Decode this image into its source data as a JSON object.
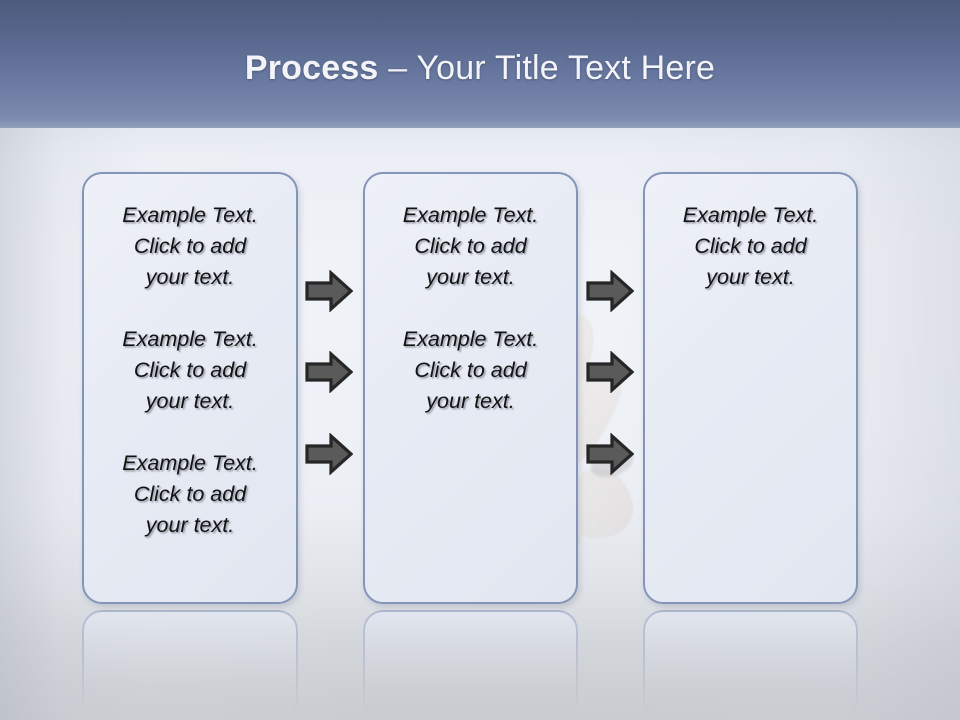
{
  "slide": {
    "title": {
      "strong": "Process",
      "rest": " – Your Title Text Here"
    },
    "background": {
      "band_top_color": "#4d5b7c",
      "band_bottom_color": "#7b8aae",
      "body_color": "#eef1f7",
      "floor_color": "#c4c7cc"
    },
    "box_style": {
      "border_color": "#8595b9",
      "fill_color": "#e7ebf4",
      "text_color": "#121212"
    },
    "arrow_style": {
      "fill_color": "#5a5a5a",
      "outline_color": "#262626"
    },
    "boxes": [
      {
        "name": "process-step-1",
        "paragraphs": [
          "Example Text.\nClick  to add\nyour text.",
          "Example Text.\nClick  to add\nyour text.",
          "Example Text.\nClick  to add\nyour text."
        ]
      },
      {
        "name": "process-step-2",
        "paragraphs": [
          "Example Text.\nClick  to add\nyour text.",
          "Example Text.\nClick  to add\nyour text."
        ]
      },
      {
        "name": "process-step-3",
        "paragraphs": [
          "Example Text.\nClick  to add\nyour text."
        ]
      }
    ],
    "arrow_groups": [
      {
        "name": "arrow-group-1",
        "count": 3,
        "icon": "right-arrow-icon"
      },
      {
        "name": "arrow-group-2",
        "count": 3,
        "icon": "right-arrow-icon"
      }
    ]
  }
}
